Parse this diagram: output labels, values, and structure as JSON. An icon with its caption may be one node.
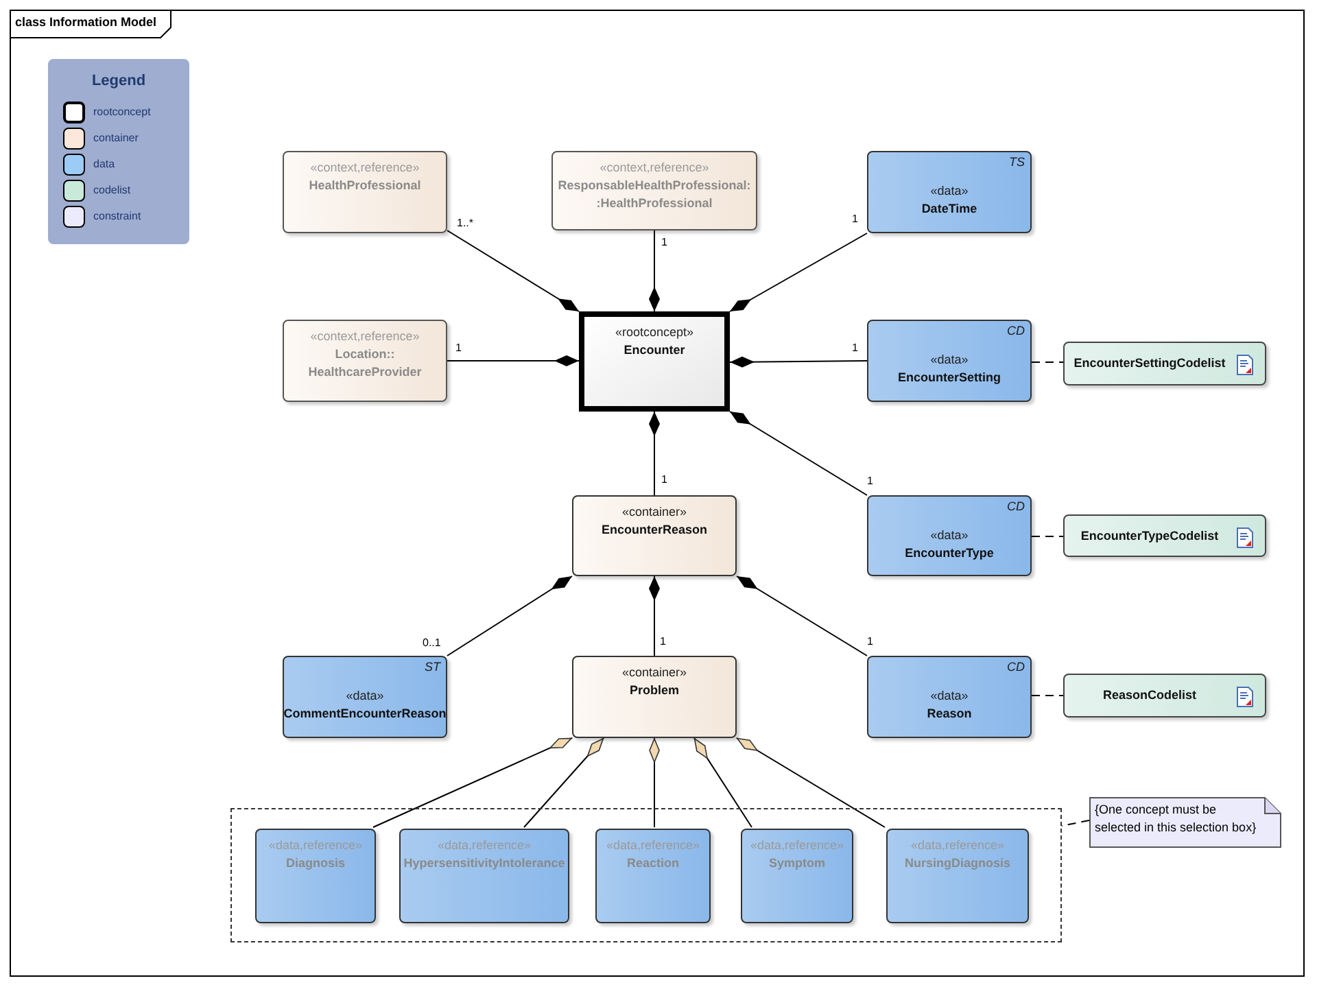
{
  "diagram": {
    "title": "class Information Model",
    "nodes": [
      {
        "text": [
          "«context,reference»",
          "HealthProfessional"
        ]
      },
      {
        "text": [
          "«context,reference»",
          "ResponsableHealthProfessional: :HealthProfessional"
        ]
      },
      {
        "text": [
          "TS",
          "«data»",
          "DateTime"
        ]
      },
      {
        "text": [
          "«context,reference»",
          "Location:: HealthcareProvider"
        ]
      },
      {
        "text": [
          "«rootconcept»",
          "Encounter"
        ]
      },
      {
        "text": [
          "CD",
          "«data»",
          "EncounterSetting"
        ]
      },
      {
        "text": [
          "EncounterSettingCodelist"
        ]
      },
      {
        "text": [
          "«container»",
          "EncounterReason"
        ]
      },
      {
        "text": [
          "CD",
          "«data»",
          "EncounterType"
        ]
      },
      {
        "text": [
          "EncounterTypeCodelist"
        ]
      },
      {
        "text": [
          "ST",
          "«data»",
          "CommentEncounterReason"
        ]
      },
      {
        "text": [
          "«container»",
          "Problem"
        ]
      },
      {
        "text": [
          "CD",
          "«data»",
          "Reason"
        ]
      },
      {
        "text": [
          "ReasonCodelist"
        ]
      },
      {
        "text": [],
        "shape": "box"
      },
      {
        "text": [
          "«data,reference»",
          "Diagnosis"
        ],
        "in": 14
      },
      {
        "text": [
          "«data,reference»",
          "HypersensitivityIntolerance"
        ],
        "in": 14
      },
      {
        "text": [
          "«data,reference»",
          "Reaction"
        ],
        "in": 14
      },
      {
        "text": [
          "«data,reference»",
          "Symptom"
        ],
        "in": 14
      },
      {
        "text": [
          "«data,reference»",
          "NursingDiagnosis"
        ],
        "in": 14
      },
      {
        "text": [
          "{One concept must be selected in this selection box}"
        ]
      }
    ],
    "edges": [
      {
        "from": 0,
        "to": 4,
        "arrow": "other",
        "label": "1..*"
      },
      {
        "from": 1,
        "to": 4,
        "arrow": "other",
        "label": "1"
      },
      {
        "from": 2,
        "to": 4,
        "arrow": "other",
        "label": "1"
      },
      {
        "from": 3,
        "to": 4,
        "arrow": "other",
        "label": "1"
      },
      {
        "from": 5,
        "to": 4,
        "arrow": "other",
        "label": "1"
      },
      {
        "from": 7,
        "to": 4,
        "arrow": "other",
        "label": "1"
      },
      {
        "from": 8,
        "to": 4,
        "arrow": "other",
        "label": "1"
      },
      {
        "from": 10,
        "to": 7,
        "arrow": "other",
        "label": "0..1"
      },
      {
        "from": 11,
        "to": 7,
        "arrow": "other",
        "label": "1"
      },
      {
        "from": 12,
        "to": 7,
        "arrow": "other",
        "label": "1"
      },
      {
        "from": 15,
        "to": 11,
        "arrow": "other"
      },
      {
        "from": 16,
        "to": 11,
        "arrow": "other"
      },
      {
        "from": 17,
        "to": 11,
        "arrow": "other"
      },
      {
        "from": 18,
        "to": 11,
        "arrow": "other"
      },
      {
        "from": 19,
        "to": 11,
        "arrow": "other"
      },
      {
        "from": 5,
        "to": 6,
        "arrow": "none",
        "style": "dashed"
      },
      {
        "from": 8,
        "to": 9,
        "arrow": "none",
        "style": "dashed"
      },
      {
        "from": 12,
        "to": 13,
        "arrow": "none",
        "style": "dashed"
      },
      {
        "from": 20,
        "to": 14,
        "arrow": "none",
        "style": "dashed"
      }
    ],
    "labels": [
      "Legend"
    ],
    "legend": [
      {
        "text": "rootconcept",
        "color": "#ffffff"
      },
      {
        "text": "container",
        "color": "#fbe8da"
      },
      {
        "text": "data",
        "color": "#9ccbf6"
      },
      {
        "text": "codelist",
        "color": "#c9eadb"
      },
      {
        "text": "constraint",
        "color": "#ebebfb"
      }
    ]
  }
}
